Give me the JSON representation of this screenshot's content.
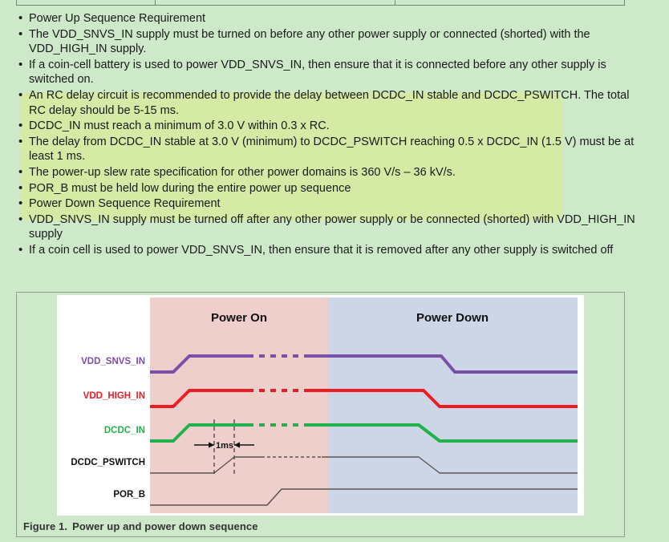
{
  "page": {
    "background_color": "#cde9c9",
    "highlight_color": "#d5eaa5"
  },
  "table_fragment": {
    "columns": 3,
    "border_color": "#6f8a70"
  },
  "bullets": [
    {
      "text": "Power Up Sequence Requirement",
      "marker": "•",
      "highlighted": false
    },
    {
      "text": "The VDD_SNVS_IN supply must be turned on before any other power supply or connected (shorted) with the VDD_HIGH_IN supply.",
      "marker": "•",
      "highlighted": false
    },
    {
      "text": "If a coin-cell battery is used to power VDD_SNVS_IN, then ensure that it is connected before any other supply is switched on.",
      "marker": "•",
      "highlighted": false
    },
    {
      "text": "An RC delay circuit is recommended to provide the delay between DCDC_IN stable and DCDC_PSWITCH. The total RC delay should be 5-15 ms.",
      "marker": "•",
      "highlighted": true
    },
    {
      "text": "DCDC_IN must reach a minimum of 3.0 V within 0.3 x RC.",
      "marker": "•",
      "highlighted": true
    },
    {
      "text": "The delay from DCDC_IN stable at 3.0 V (minimum) to DCDC_PSWITCH reaching 0.5 x DCDC_IN (1.5 V) must be at least 1 ms.",
      "marker": "•",
      "highlighted": true
    },
    {
      "text": "The power-up slew rate specification for other power domains is 360 V/s – 36 kV/s.",
      "marker": "•",
      "highlighted": true
    },
    {
      "text": "POR_B must be held low during the entire power up sequence",
      "marker": "•",
      "highlighted": true
    },
    {
      "text": "Power Down Sequence Requirement",
      "marker": "•",
      "highlighted": true
    },
    {
      "text": "VDD_SNVS_IN supply must be turned off after any other power supply or be connected (shorted) with VDD_HIGH_IN supply",
      "marker": "•",
      "highlighted": false
    },
    {
      "text": "If a coin cell is used to power VDD_SNVS_IN, then ensure that it is removed after any other supply is switched off",
      "marker": "•",
      "highlighted": false
    }
  ],
  "figure": {
    "caption_number": "Figure 1.",
    "caption_text": "Power up and power down sequence",
    "phases": [
      {
        "name": "Power On",
        "fill": "#efcfcc"
      },
      {
        "name": "Power Down",
        "fill": "#ccd6e6"
      }
    ],
    "annotation": {
      "label": "1ms"
    },
    "signals": [
      {
        "name": "VDD_SNVS_IN",
        "color": "#7a4fa8"
      },
      {
        "name": "VDD_HIGH_IN",
        "color": "#ed1c24"
      },
      {
        "name": "DCDC_IN",
        "color": "#22b14c"
      },
      {
        "name": "DCDC_PSWITCH",
        "color": "#111111",
        "trace_color": "#5a5550"
      },
      {
        "name": "POR_B",
        "color": "#111111",
        "trace_color": "#5a5550"
      }
    ]
  }
}
